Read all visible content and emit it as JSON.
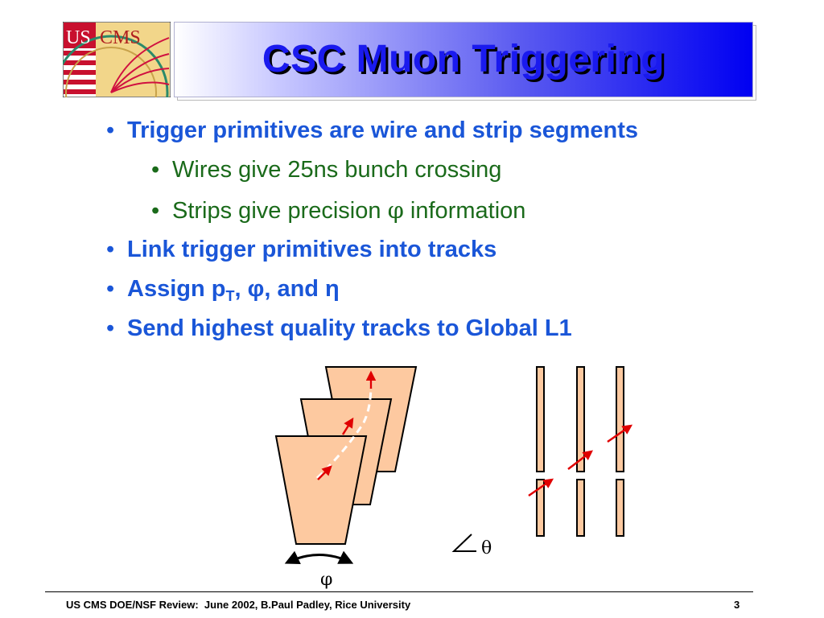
{
  "logo": {
    "text_us": "US",
    "text_cms": "CMS"
  },
  "title": "CSC Muon Triggering",
  "bullets": [
    {
      "text": "Trigger primitives are wire and strip segments"
    },
    {
      "text": "Wires give 25ns bunch crossing"
    },
    {
      "text_before": "Strips give precision ",
      "symbol": "φ",
      "text_after": " information"
    },
    {
      "text": "Link trigger primitives into tracks"
    },
    {
      "text_before": "Assign p",
      "subscript": "T",
      "text_after": ", φ, and η"
    },
    {
      "text": "Send highest quality tracks to Global L1"
    }
  ],
  "bullet_glyph": "•",
  "diagram": {
    "phi_label": "φ",
    "theta_label": "θ"
  },
  "footer": {
    "left": "US CMS DOE/NSF Review:  June 2002, B.Paul Padley, Rice University",
    "page_number": "3"
  },
  "colors": {
    "title_text": "#1a1aee",
    "level1_text": "#1a56d8",
    "level2_text": "#1a6a1a",
    "chamber_fill": "#fdc9a0",
    "track_red": "#e00000"
  }
}
